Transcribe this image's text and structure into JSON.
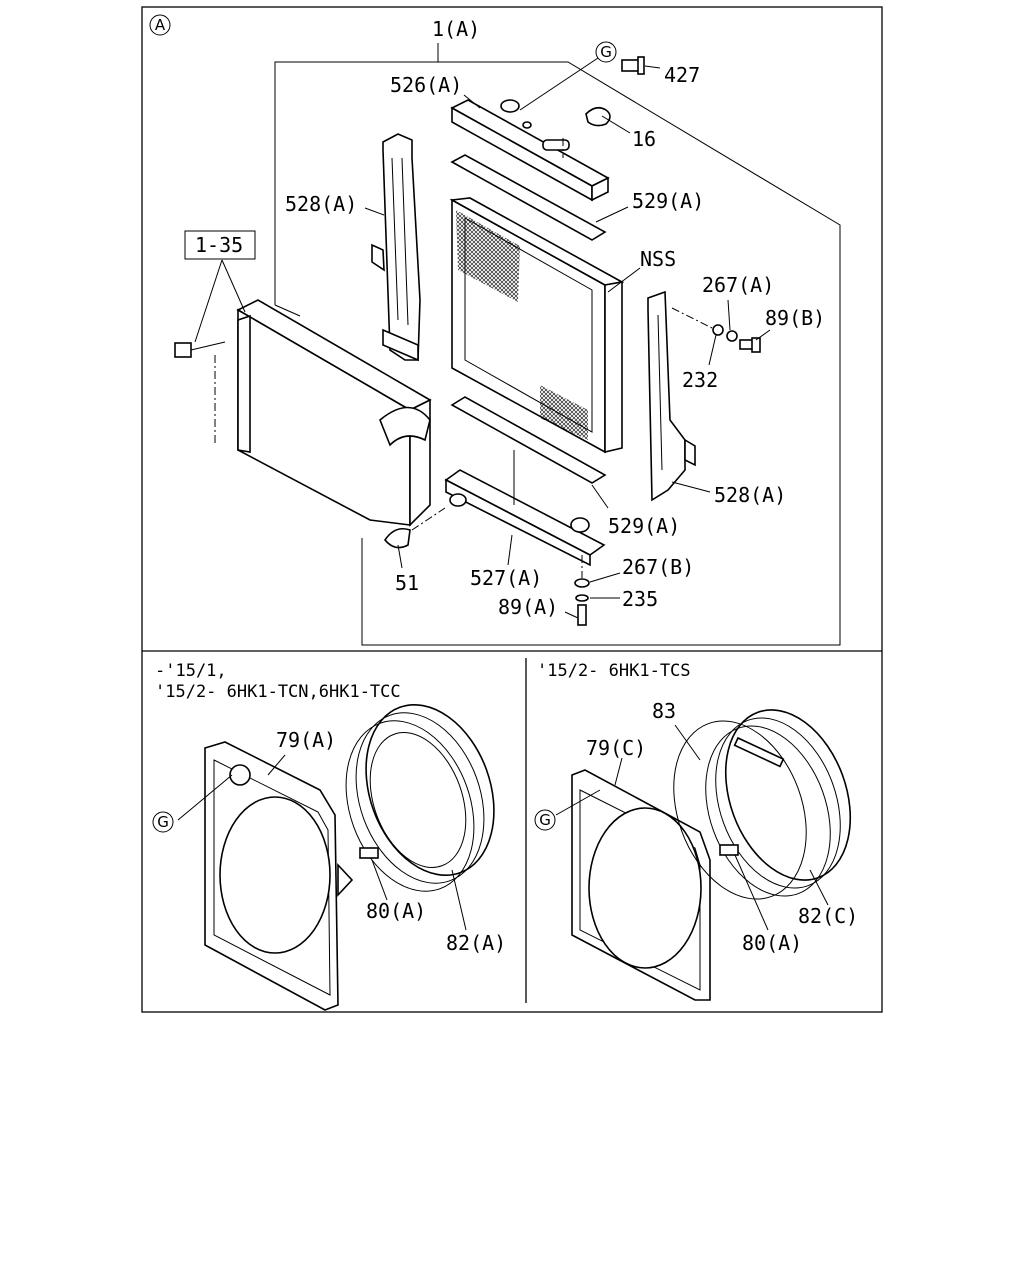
{
  "section_marker": "A",
  "callout_marker": "G",
  "labels": {
    "assembly": "1(A)",
    "upper_tank": "526(A)",
    "bolt_427": "427",
    "cap": "16",
    "side_support_left": "528(A)",
    "upper_seal": "529(A)",
    "core": "NSS",
    "washer_267a": "267(A)",
    "bolt_89b": "89(B)",
    "nut_232": "232",
    "side_support_right": "528(A)",
    "lower_seal": "529(A)",
    "lower_tank": "527(A)",
    "drain_51": "51",
    "washer_267b": "267(B)",
    "washer_235": "235",
    "bolt_89a": "89(A)",
    "ref_1_35": "1-35",
    "shroud_a": "79(A)",
    "bolt_80a_left": "80(A)",
    "ring_82a": "82(A)",
    "hose_83": "83",
    "shroud_c": "79(C)",
    "bolt_80a_right": "80(A)",
    "ring_82c": "82(C)"
  },
  "panels": {
    "left_line1": "-'15/1,",
    "left_line2": "'15/2- 6HK1-TCN,6HK1-TCC",
    "right_line1": "'15/2- 6HK1-TCS"
  }
}
